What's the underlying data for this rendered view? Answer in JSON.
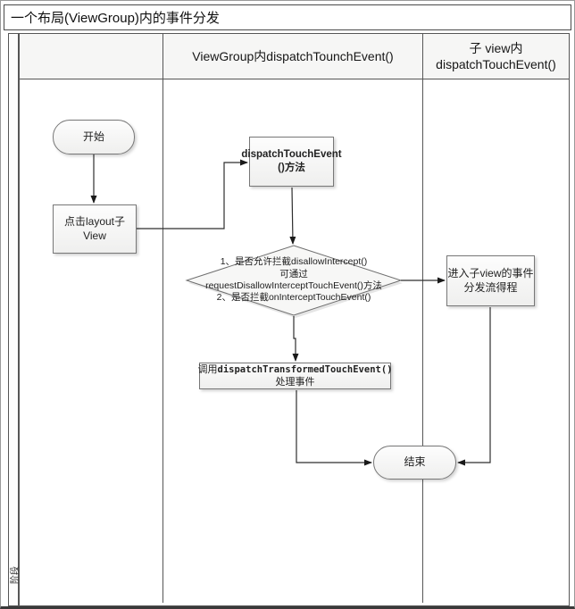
{
  "title": "一个布局(ViewGroup)内的事件分发",
  "phase_label": "阶段",
  "lanes": {
    "lane1_label": "",
    "lane2_label": "ViewGroup内dispatchTounchEvent()",
    "lane3_label_line1": "子 view内",
    "lane3_label_line2": "dispatchTouchEvent()"
  },
  "nodes": {
    "start": "开始",
    "click_layout": "点击layout子View",
    "dispatch_touch_event": {
      "line1": "dispatchTouchEvent",
      "line2": "()方法"
    },
    "decision": {
      "line1": "1、是否允许拦截disallowIntercept()",
      "line2": "可通过",
      "line3": "requestDisallowInterceptTouchEvent()方法",
      "line4": "2、是否拦截onInterceptTouchEvent()"
    },
    "child_dispatch": {
      "line1": "进入子view的事件",
      "line2": "分发流得程"
    },
    "transformed": {
      "prefix": "调用",
      "code": "dispatchTransformedTouchEvent()",
      "line2": "处理事件"
    },
    "end": "结束"
  },
  "colors": {
    "connector": "#2e2e2e",
    "node_border": "#777777",
    "node_fill_top": "#fdfdfd",
    "node_fill_bottom": "#efefee"
  }
}
